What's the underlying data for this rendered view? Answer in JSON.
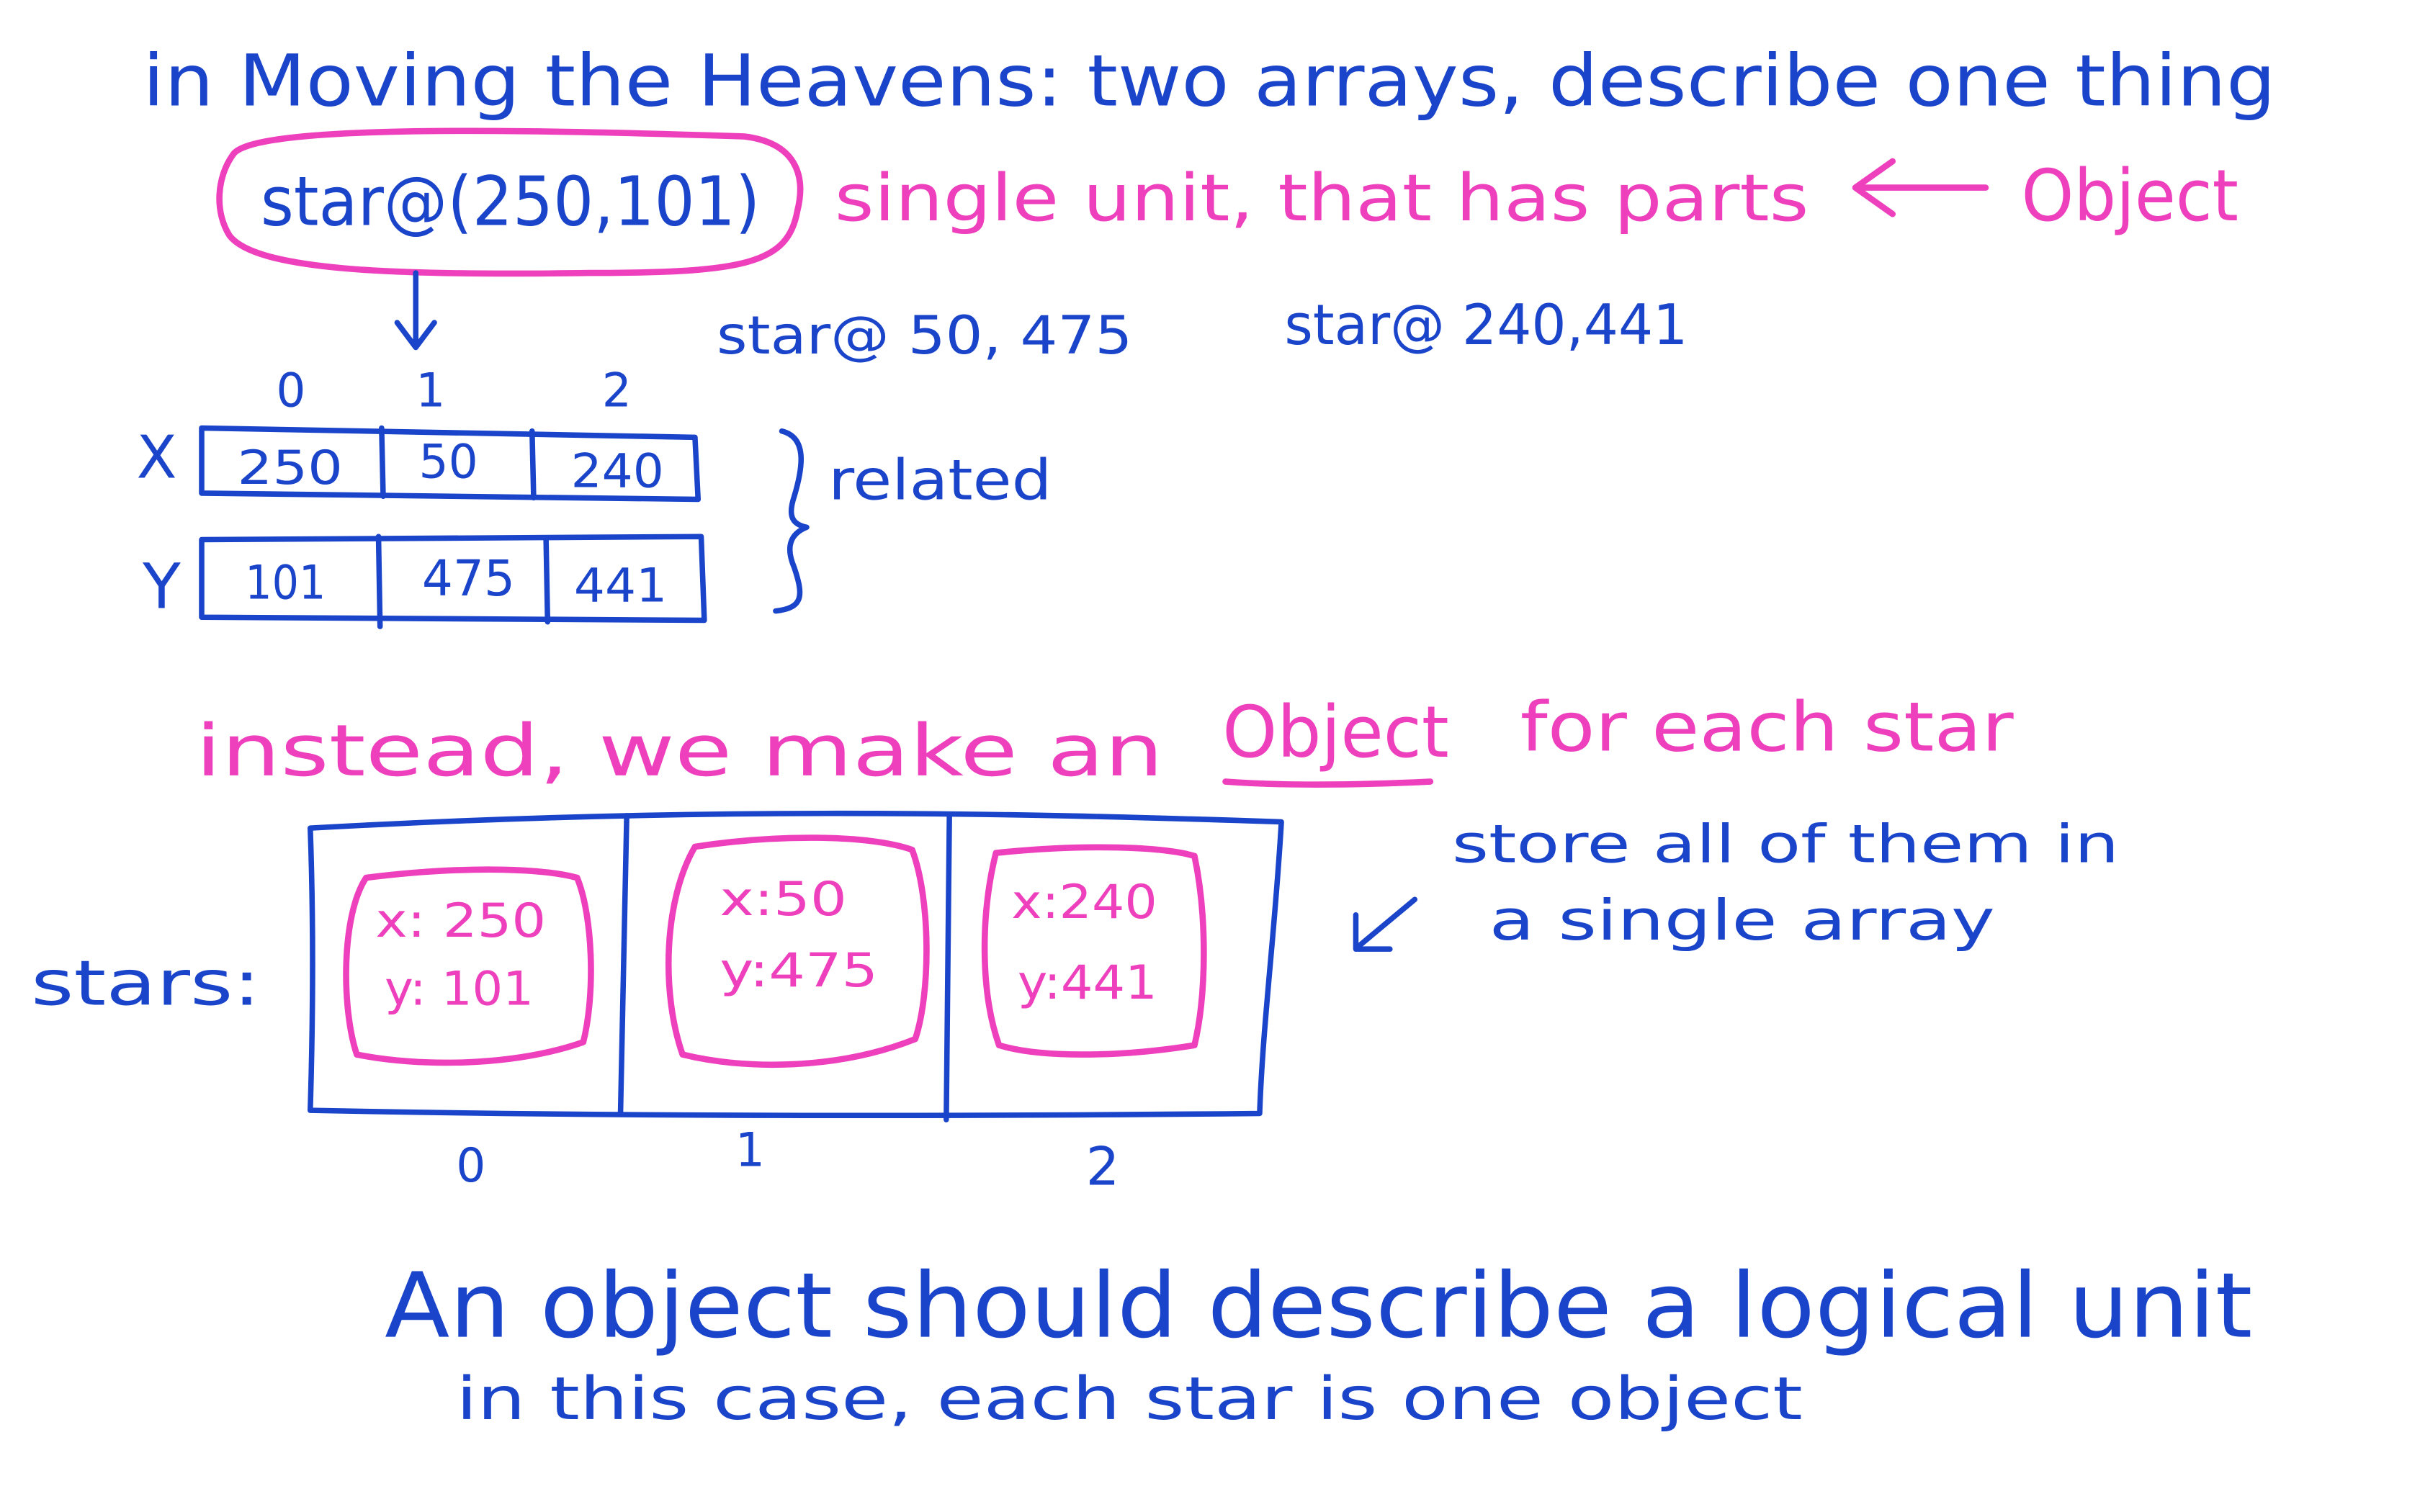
{
  "colors": {
    "blue": "#1a44c9",
    "pink": "#ee3fbd",
    "background": "#ffffff"
  },
  "heading": "in Moving the Heavens: two arrays, describe one thing",
  "star_example": "star@(250,101)",
  "single_unit_note": "single unit, that has parts",
  "object_label": "Object",
  "more_stars": [
    "star@ 50, 475",
    "star@ 240,441"
  ],
  "arrays": {
    "indices": [
      "0",
      "1",
      "2"
    ],
    "x_label": "X",
    "y_label": "Y",
    "x_values": [
      "250",
      "50",
      "240"
    ],
    "y_values": [
      "101",
      "475",
      "441"
    ],
    "related_note": "related"
  },
  "instead_prefix": "instead, we make an",
  "instead_object": "Object",
  "instead_suffix": "for each star",
  "stars_label": "stars:",
  "stars_array": [
    {
      "x": "x: 250",
      "y": "y: 101"
    },
    {
      "x": "x:50",
      "y": "y:475"
    },
    {
      "x": "x:240",
      "y": "y:441"
    }
  ],
  "stars_indices": [
    "0",
    "1",
    "2"
  ],
  "store_note_line1": "store all of them in",
  "store_note_line2": "a single array",
  "conclusion_line1": "An object should describe a logical unit",
  "conclusion_line2": "in this case, each star is one object"
}
